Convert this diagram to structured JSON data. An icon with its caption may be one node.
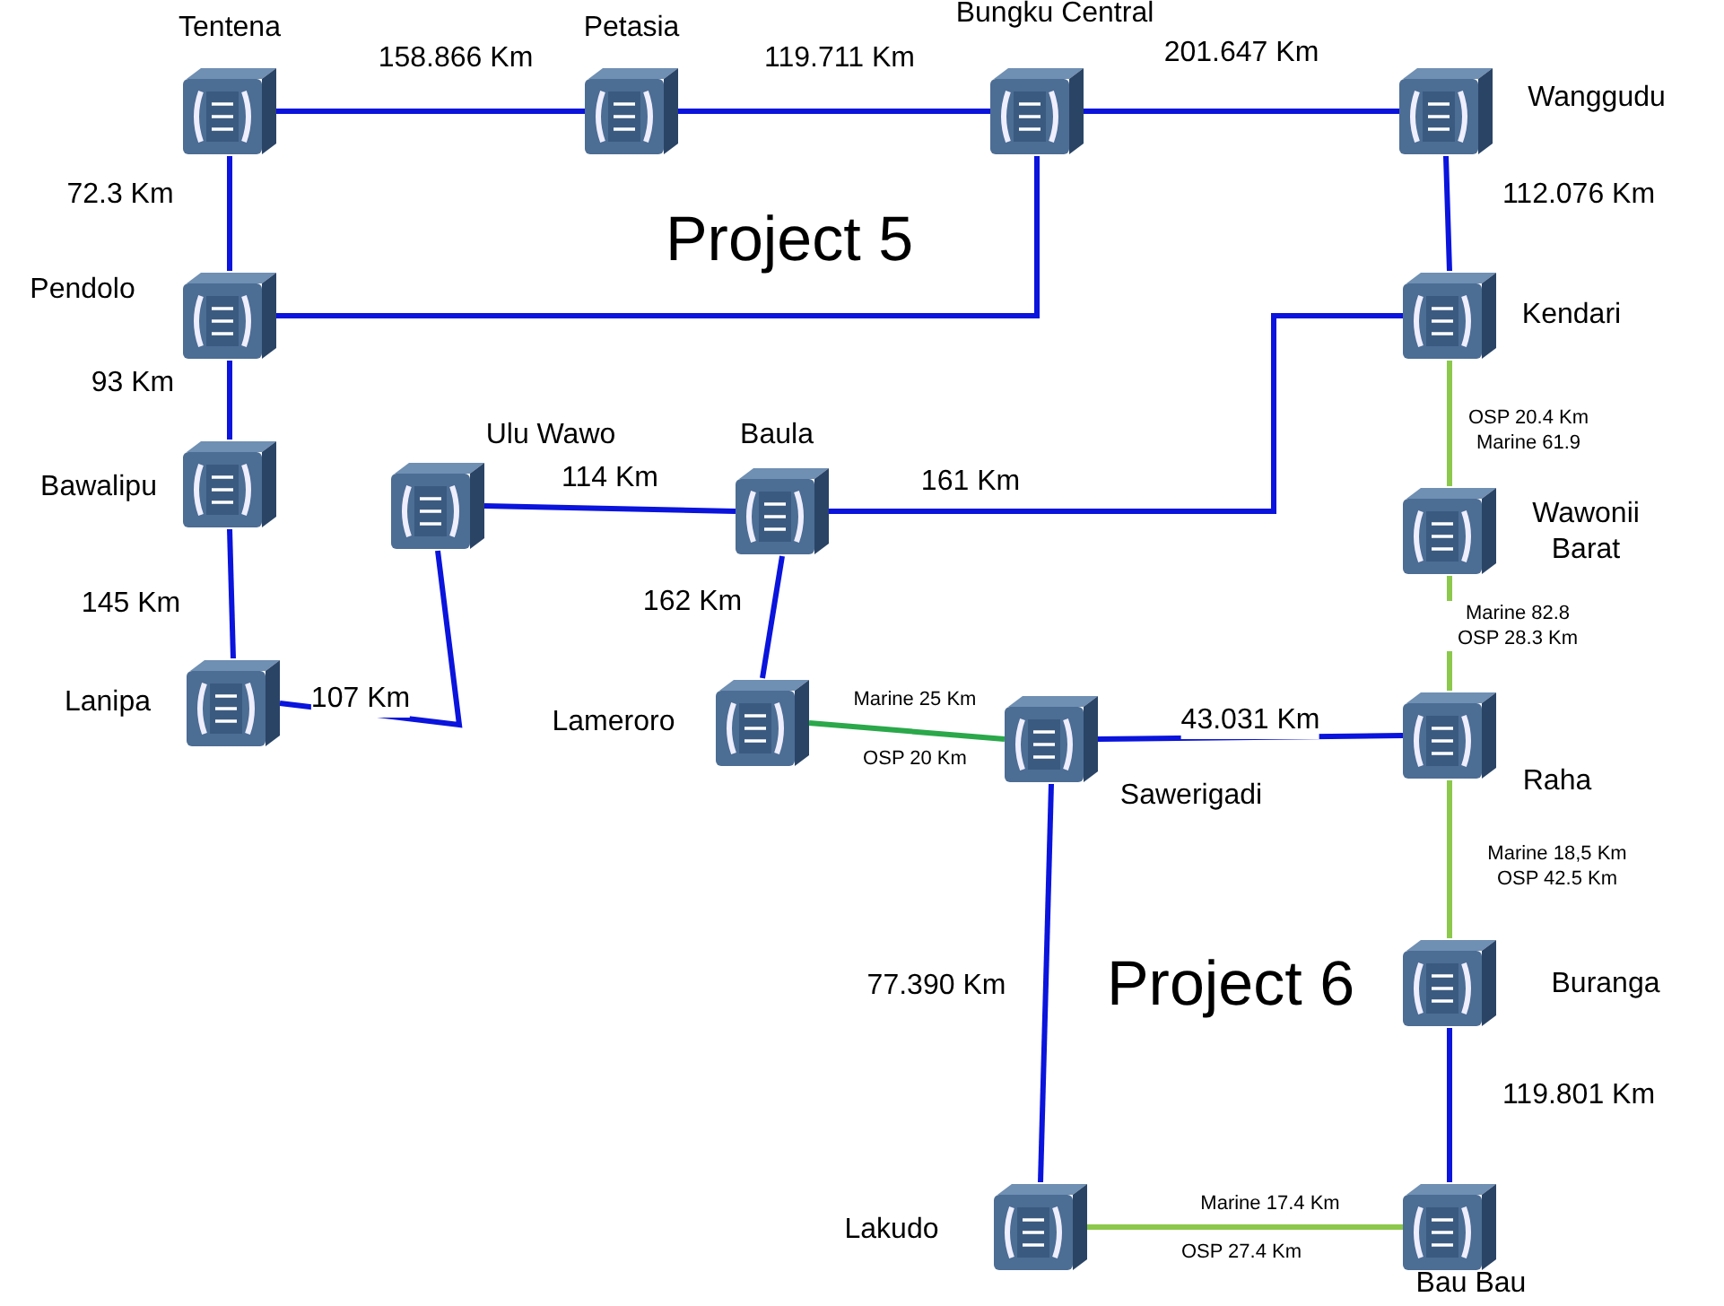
{
  "diagram": {
    "nodes": [
      {
        "text": [
          "Tentena"
        ]
      },
      {
        "text": [
          "Petasia"
        ]
      },
      {
        "text": [
          "Bungku Central"
        ]
      },
      {
        "text": [
          "Wanggudu"
        ]
      },
      {
        "text": [
          "Pendolo"
        ]
      },
      {
        "text": [
          "Kendari"
        ]
      },
      {
        "text": [
          "Bawalipu"
        ]
      },
      {
        "text": [
          "Ulu Wawo"
        ]
      },
      {
        "text": [
          "Baula"
        ]
      },
      {
        "text": [
          "Wawonii Barat"
        ]
      },
      {
        "text": [
          "Lanipa"
        ]
      },
      {
        "text": [
          "Lameroro"
        ]
      },
      {
        "text": [
          "Sawerigadi"
        ]
      },
      {
        "text": [
          "Raha"
        ]
      },
      {
        "text": [
          "Buranga"
        ]
      },
      {
        "text": [
          "Lakudo"
        ]
      },
      {
        "text": [
          "Bau Bau"
        ]
      }
    ],
    "edges": [
      {
        "from": 0,
        "to": 1,
        "arrow": "none",
        "label": "158.866 Km"
      },
      {
        "from": 1,
        "to": 2,
        "arrow": "none",
        "label": "119.711 Km"
      },
      {
        "from": 2,
        "to": 3,
        "arrow": "none",
        "label": "201.647 Km"
      },
      {
        "from": 0,
        "to": 4,
        "arrow": "none",
        "label": "72.3 Km"
      },
      {
        "from": 2,
        "to": 4,
        "arrow": "none"
      },
      {
        "from": 3,
        "to": 5,
        "arrow": "none",
        "label": "112.076 Km"
      },
      {
        "from": 4,
        "to": 6,
        "arrow": "none",
        "label": "93 Km"
      },
      {
        "from": 5,
        "to": 8,
        "arrow": "none",
        "label": "161 Km"
      },
      {
        "from": 6,
        "to": 10,
        "arrow": "none",
        "label": "145 Km"
      },
      {
        "from": 10,
        "to": 7,
        "arrow": "none",
        "label": "107 Km"
      },
      {
        "from": 7,
        "to": 8,
        "arrow": "none",
        "label": "114 Km"
      },
      {
        "from": 8,
        "to": 11,
        "arrow": "none",
        "label": "162 Km"
      },
      {
        "from": 5,
        "to": 9,
        "arrow": "none",
        "label": "OSP 20.4 Km Marine 61.9",
        "color": "#8cc84b"
      },
      {
        "from": 9,
        "to": 13,
        "arrow": "none",
        "label": "Marine 82.8 OSP 28.3 Km",
        "color": "#8cc84b"
      },
      {
        "from": 11,
        "to": 12,
        "arrow": "none",
        "label": "Marine 25 Km",
        "color": "#2aa84a"
      },
      {
        "from": 12,
        "to": 13,
        "arrow": "none",
        "label": "43.031 Km"
      },
      {
        "from": 13,
        "to": 14,
        "arrow": "none",
        "label": "Marine 18,5 Km OSP 42.5 Km",
        "color": "#8cc84b"
      },
      {
        "from": 12,
        "to": 15,
        "arrow": "none",
        "label": "77.390 Km"
      },
      {
        "from": 14,
        "to": 16,
        "arrow": "none",
        "label": "119.801 Km"
      },
      {
        "from": 15,
        "to": 16,
        "arrow": "none",
        "label": "Marine 17.4 Km",
        "color": "#8cc84b"
      }
    ],
    "labels": [
      "Project 5",
      "Project 6",
      "OSP 20 Km",
      "OSP 27.4 Km"
    ]
  }
}
